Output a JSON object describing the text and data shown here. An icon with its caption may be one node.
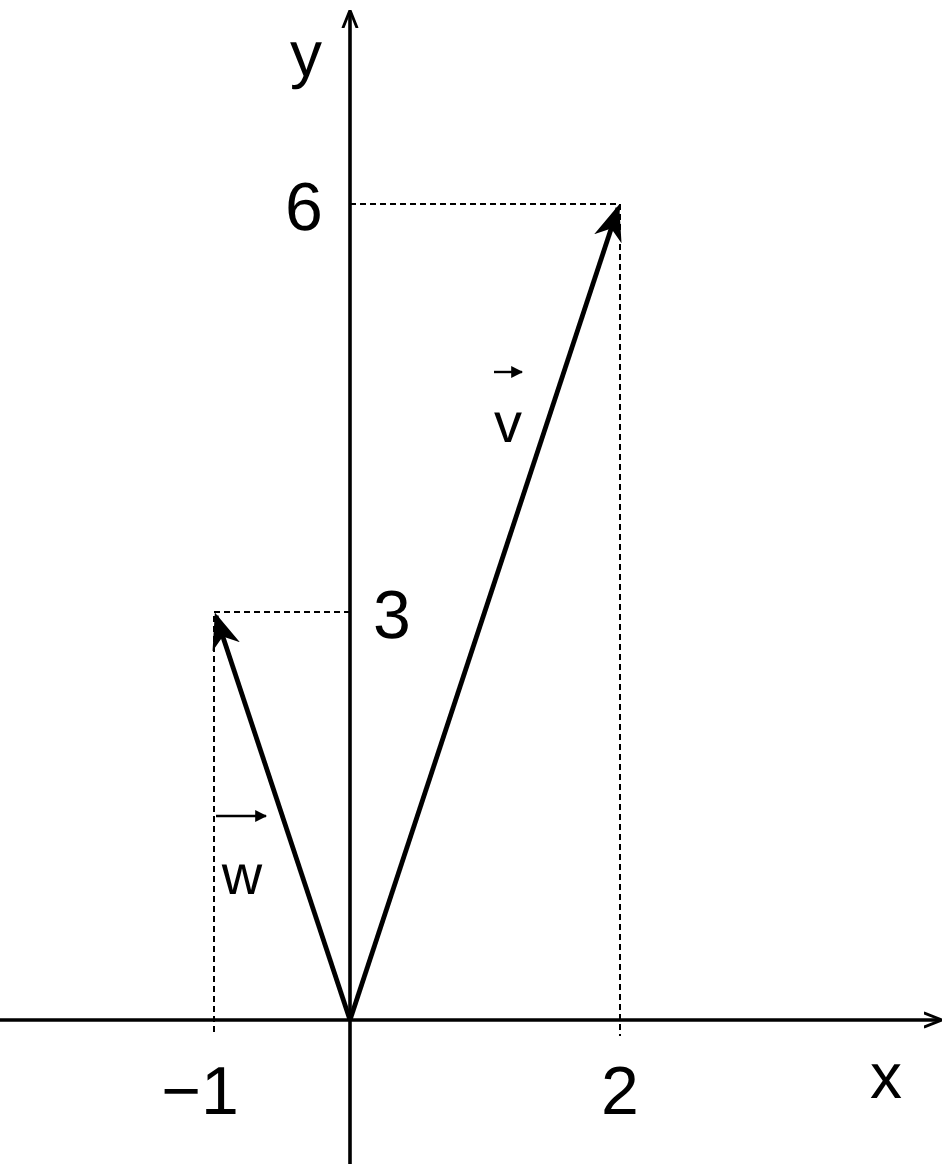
{
  "diagram": {
    "labels": [
      "y",
      "6",
      "3",
      "v",
      "w",
      "x",
      "−1",
      "2"
    ]
  }
}
